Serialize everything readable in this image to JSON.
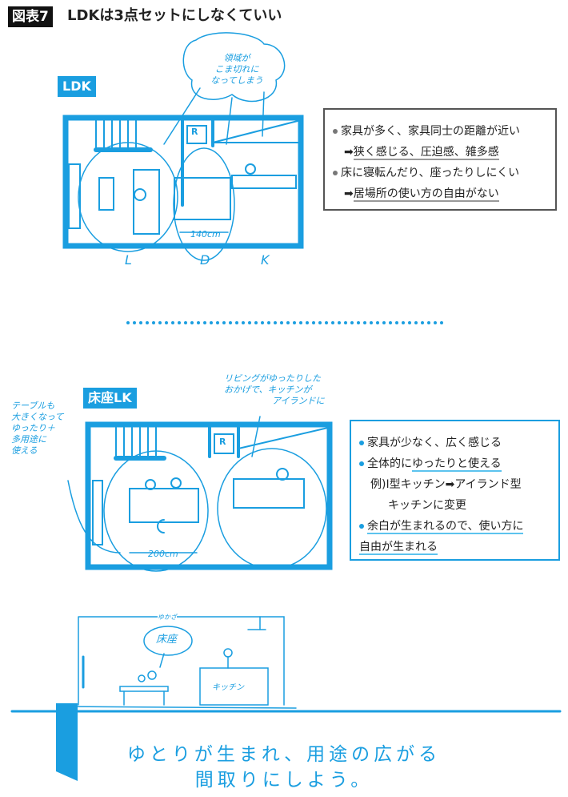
{
  "header": {
    "tag": "図表7",
    "title": "LDKは3点セットにしなくていい"
  },
  "ldk": {
    "label": "LDK",
    "note": [
      "領域が",
      "こま切れに",
      "なってしまう"
    ],
    "dimension": "140cm",
    "zones": [
      "L",
      "D",
      "K"
    ],
    "fridge": "R",
    "points": [
      {
        "text": "家具が多く、家具同士の距離が近い"
      },
      {
        "arrow": "➡",
        "text": "狭く感じる、圧迫感、雑多感"
      },
      {
        "text": "床に寝転んだり、座ったりしにくい"
      },
      {
        "arrow": "➡",
        "text": "居場所の使い方の自由がない"
      }
    ]
  },
  "yukaza": {
    "label": "床座LK",
    "note_left": [
      "テーブルも",
      "大きくなって",
      "ゆったり＋",
      "多用途に",
      "使える"
    ],
    "note_top": [
      "リビングがゆったりした",
      "おかげで、キッチンが",
      "アイランドに"
    ],
    "dimension": "200cm",
    "fridge": "R",
    "points": [
      {
        "text": "家具が少なく、広く感じる"
      },
      {
        "text_plain": "全体的に",
        "text_ul": "ゆったりと使える"
      },
      {
        "text": "例)I型キッチン➡アイランド型"
      },
      {
        "text": "キッチンに変更"
      },
      {
        "text": "余白が生まれるので、使い方に"
      },
      {
        "text": "自由が生まれる"
      }
    ]
  },
  "elevation": {
    "ruby": "ゆかざ",
    "bubble": "床座",
    "kitchen": "キッチン"
  },
  "slogan": {
    "line1": "ゆとりが生まれ、用途の広がる",
    "line2": "間取りにしよう。"
  },
  "colors": {
    "accent": "#1a9ee0",
    "dark": "#111111"
  }
}
